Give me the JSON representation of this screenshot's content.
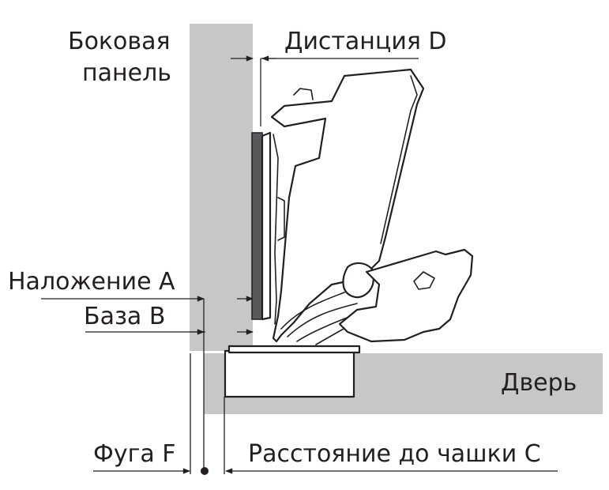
{
  "labels": {
    "side_panel_line1": "Боковая",
    "side_panel_line2": "панель",
    "distance_d": "Дистанция D",
    "overlay_a": "Наложение A",
    "base_b": "База B",
    "door": "Дверь",
    "gap_f": "Фуга F",
    "cup_distance_c": "Расстояние до чашки C"
  },
  "colors": {
    "panel_fill": "#c8c7c7",
    "mounting_plate": "#58595b",
    "line": "#231f20",
    "text": "#231f20",
    "background": "#ffffff"
  }
}
